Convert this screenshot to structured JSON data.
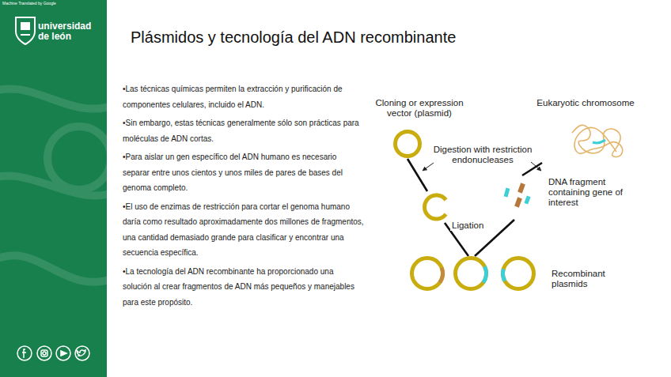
{
  "diagram": {
    "title": "Plásmidos y tecnología del ADN recombinante",
    "nodes": [
      {
        "text": [
          "Cloning or expression vector (plasmid)"
        ]
      },
      {
        "text": [
          "Eukaryotic chromosome"
        ]
      },
      {
        "text": [
          "DNA fragment containing gene of interest"
        ]
      },
      {
        "text": [
          "Recombinant plasmids"
        ]
      }
    ],
    "edges": [
      {
        "from": 0,
        "to": 3,
        "arrow": "none",
        "label": "Ligation"
      },
      {
        "from": 1,
        "to": 2,
        "arrow": "none"
      },
      {
        "from": 2,
        "to": 3,
        "arrow": "none"
      }
    ],
    "labels": [
      "Machine Translated by Google",
      "universidad de león",
      "•Las técnicas químicas permiten la extracción y purificación de componentes celulares, incluido el ADN.",
      "•Sin embargo, estas técnicas generalmente sólo son prácticas para moléculas de ADN cortas.",
      "•Para aislar un gen específico del ADN humano es necesario separar entre unos cientos y unos miles de pares de bases del genoma completo.",
      "•El uso de enzimas de restricción para cortar el genoma humano daría como resultado aproximadamente dos millones de fragmentos, una cantidad demasiado grande para clasificar y encontrar una secuencia específica.",
      "•La tecnología del ADN recombinante ha proporcionado una solución al crear fragmentos de ADN más pequeños y manejables para este propósito.",
      "Digestion with restriction endonucleases"
    ]
  }
}
